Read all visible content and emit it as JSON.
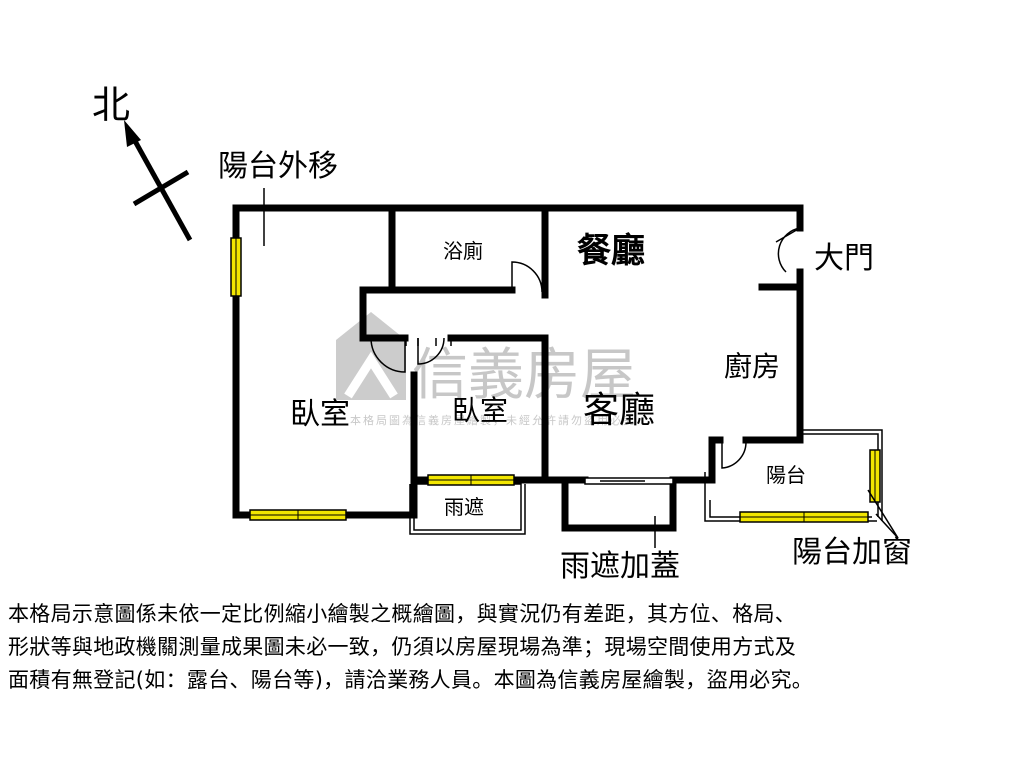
{
  "north_label": "北",
  "rooms": {
    "balance_move": "陽台外移",
    "bath": "浴廁",
    "dining": "餐廳",
    "entrance": "大門",
    "kitchen": "廚房",
    "bedroom_left": "臥室",
    "bedroom_mid": "臥室",
    "living": "客廳",
    "balcony": "陽台",
    "awning": "雨遮",
    "awning_cover": "雨遮加蓋",
    "balcony_window": "陽台加窗"
  },
  "watermark": {
    "brand": "信義房屋",
    "notice": "本格局圖為信義房屋繪製，未經允許請勿盜用必究"
  },
  "colors": {
    "wall": "#000000",
    "window": "#f2e600",
    "watermark": "#9a9a9a"
  },
  "disclaimer": [
    "本格局示意圖係未依一定比例縮小繪製之概繪圖，與實況仍有差距，其方位、格局、",
    "形狀等與地政機關測量成果圖未必一致，仍須以房屋現場為準；現場空間使用方式及",
    "面積有無登記(如：露台、陽台等)，請洽業務人員。本圖為信義房屋繪製，盜用必究。"
  ]
}
